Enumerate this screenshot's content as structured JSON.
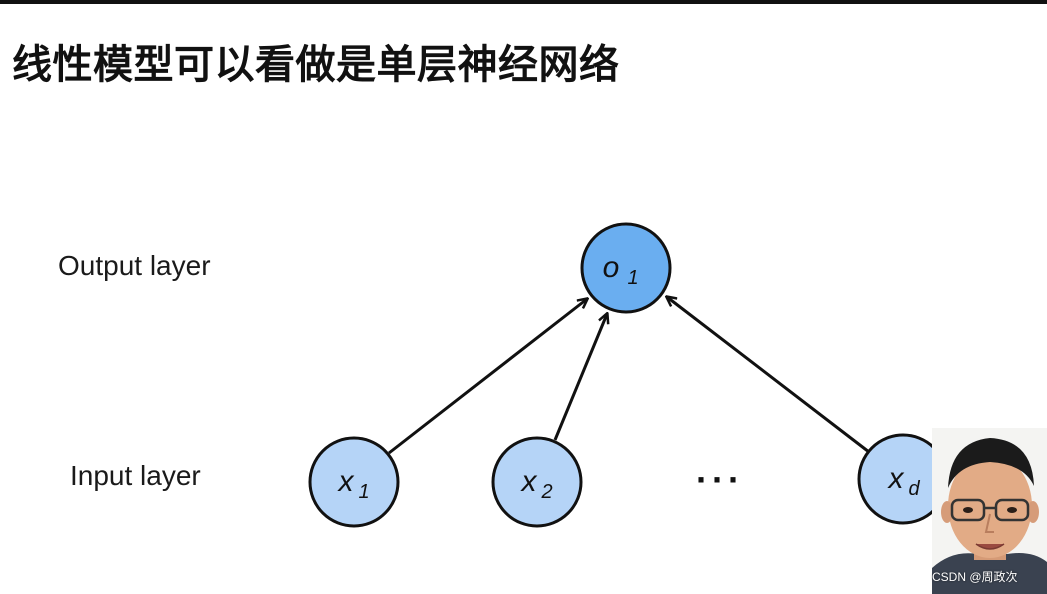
{
  "slide": {
    "title": "线性模型可以看做是单层神经网络"
  },
  "diagram": {
    "output_layer_label": "Output layer",
    "input_layer_label": "Input layer",
    "output_node": {
      "base": "o",
      "sub": "1"
    },
    "input_nodes": [
      {
        "base": "x",
        "sub": "1"
      },
      {
        "base": "x",
        "sub": "2"
      },
      {
        "base": "x",
        "sub": "d"
      }
    ],
    "ellipsis": "···",
    "colors": {
      "output_node_fill": "#6aaef0",
      "input_node_fill": "#b5d4f7",
      "edge": "#111111"
    }
  },
  "overlay": {
    "watermark": "CSDN @周政次"
  }
}
